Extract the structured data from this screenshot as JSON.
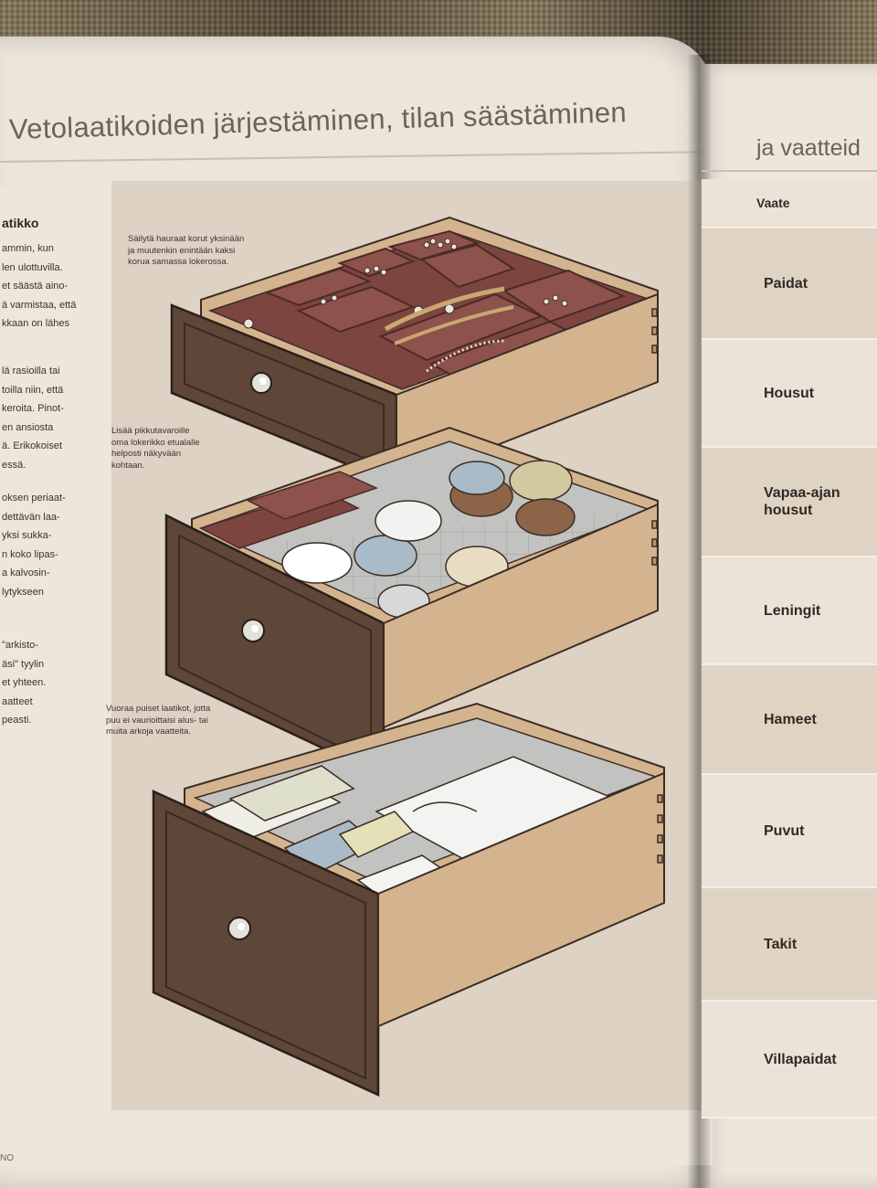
{
  "left_page": {
    "title": "Vetolaatikoiden järjestäminen, tilan säästäminen",
    "section_heading": "atikko",
    "body_lines_1": [
      "ammin, kun",
      "len ulottuvilla.",
      "et säästä aino-",
      "ä varmistaa, että",
      "kkaan on lähes"
    ],
    "body_lines_2": [
      "lä rasioilla tai",
      "toilla niin, että",
      "keroita. Pinot-",
      "en ansiosta",
      "ä. Erikokoiset",
      "essä."
    ],
    "body_lines_3": [
      "oksen periaat-",
      "dettävän laa-",
      "yksi sukka-",
      "n koko lipas-",
      "a kalvosin-",
      "lytykseen"
    ],
    "body_lines_4": [
      "\"arkisto-",
      "äsi\" tyylin",
      "et yhteen.",
      "aatteet",
      "peasti."
    ],
    "footer": "NO"
  },
  "callouts": {
    "jewelry": [
      "Säilytä hauraat korut yksinään",
      "ja muutenkin enintään kaksi",
      "korua samassa lokerossa."
    ],
    "small_items": [
      "Lisää pikkutavaroille",
      "oma lokerikko etualalle",
      "helposti näkyvään",
      "kohtaan."
    ],
    "lining": [
      "Vuoraa puiset laatikot, jotta",
      "puu ei vaurioittaisi alus- tai",
      "muita arkoja vaatteita."
    ]
  },
  "right_page": {
    "title": "ja vaatteid",
    "table_header": "Vaate",
    "rows": [
      "Paidat",
      "Housut",
      "Vapaa-ajan housut",
      "Leningit",
      "Hameet",
      "Puvut",
      "Takit",
      "Villapaidat"
    ]
  },
  "colors": {
    "drawer_front": "#5e4638",
    "drawer_side": "#d4b48f",
    "tray": "#7c4540",
    "divider_grey": "#c2c3c0",
    "panel": "#ddd2c3"
  }
}
